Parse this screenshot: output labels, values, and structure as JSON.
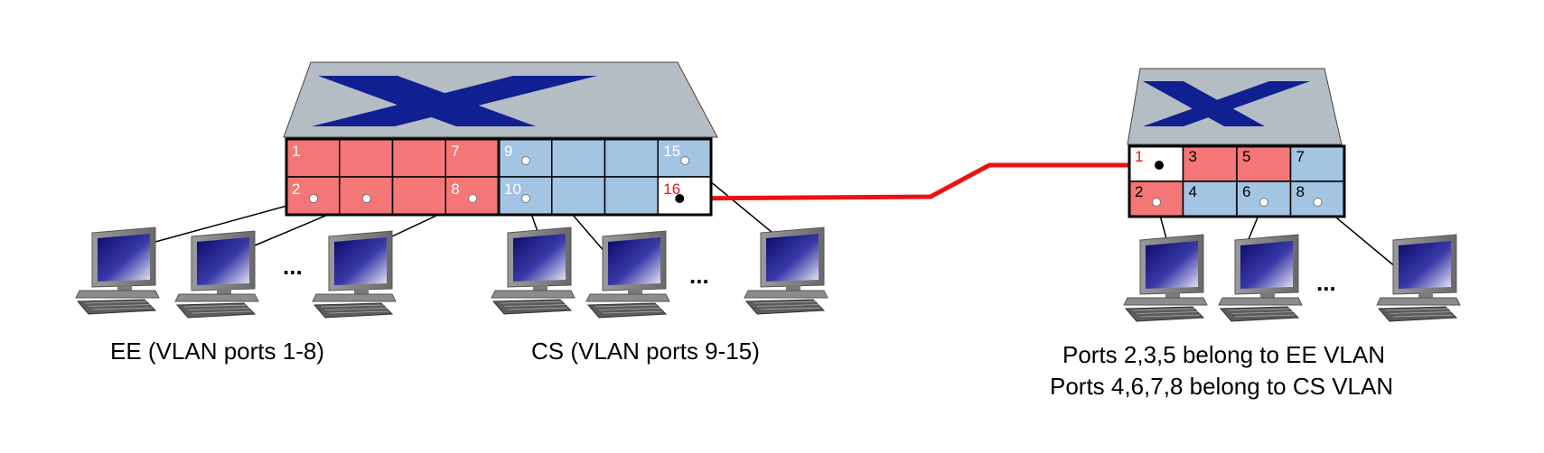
{
  "colors": {
    "ee_vlan": "#f47676",
    "cs_vlan": "#a4c4e4",
    "trunk": "#ee1111",
    "switch_top": "#b4bcc4",
    "switch_x": "#102090",
    "port_border": "#000000"
  },
  "captions": {
    "ee": "EE (VLAN ports 1-8)",
    "cs": "CS (VLAN ports 9-15)",
    "right_line1": "Ports 2,3,5 belong to EE VLAN",
    "right_line2": "Ports 4,6,7,8 belong to CS VLAN"
  },
  "ellipsis": "...",
  "left_switch": {
    "ports": [
      {
        "label": "1",
        "vlan": "EE",
        "dot": false
      },
      {
        "label": "",
        "vlan": "EE",
        "dot": false
      },
      {
        "label": "",
        "vlan": "EE",
        "dot": false
      },
      {
        "label": "7",
        "vlan": "EE",
        "dot": false
      },
      {
        "label": "9",
        "vlan": "CS",
        "dot": true
      },
      {
        "label": "",
        "vlan": "CS",
        "dot": false
      },
      {
        "label": "",
        "vlan": "CS",
        "dot": false
      },
      {
        "label": "15",
        "vlan": "CS",
        "dot": true
      },
      {
        "label": "2",
        "vlan": "EE",
        "dot": true
      },
      {
        "label": "",
        "vlan": "EE",
        "dot": true
      },
      {
        "label": "",
        "vlan": "EE",
        "dot": false
      },
      {
        "label": "8",
        "vlan": "EE",
        "dot": true
      },
      {
        "label": "10",
        "vlan": "CS",
        "dot": true
      },
      {
        "label": "",
        "vlan": "CS",
        "dot": false
      },
      {
        "label": "",
        "vlan": "CS",
        "dot": false
      },
      {
        "label": "16",
        "vlan": "trunk",
        "dot": true
      }
    ]
  },
  "right_switch": {
    "ports": [
      {
        "label": "1",
        "vlan": "trunk",
        "dot": true
      },
      {
        "label": "3",
        "vlan": "EE",
        "dot": false
      },
      {
        "label": "5",
        "vlan": "EE",
        "dot": false
      },
      {
        "label": "7",
        "vlan": "CS",
        "dot": false
      },
      {
        "label": "2",
        "vlan": "EE",
        "dot": true
      },
      {
        "label": "4",
        "vlan": "CS",
        "dot": false
      },
      {
        "label": "6",
        "vlan": "CS",
        "dot": true
      },
      {
        "label": "8",
        "vlan": "CS",
        "dot": true
      }
    ]
  },
  "hosts": [
    {
      "id": "ee-host-1"
    },
    {
      "id": "ee-host-2"
    },
    {
      "id": "ee-host-3"
    },
    {
      "id": "cs-host-1"
    },
    {
      "id": "cs-host-2"
    },
    {
      "id": "cs-host-3"
    },
    {
      "id": "right-host-1"
    },
    {
      "id": "right-host-2"
    },
    {
      "id": "right-host-3"
    }
  ]
}
